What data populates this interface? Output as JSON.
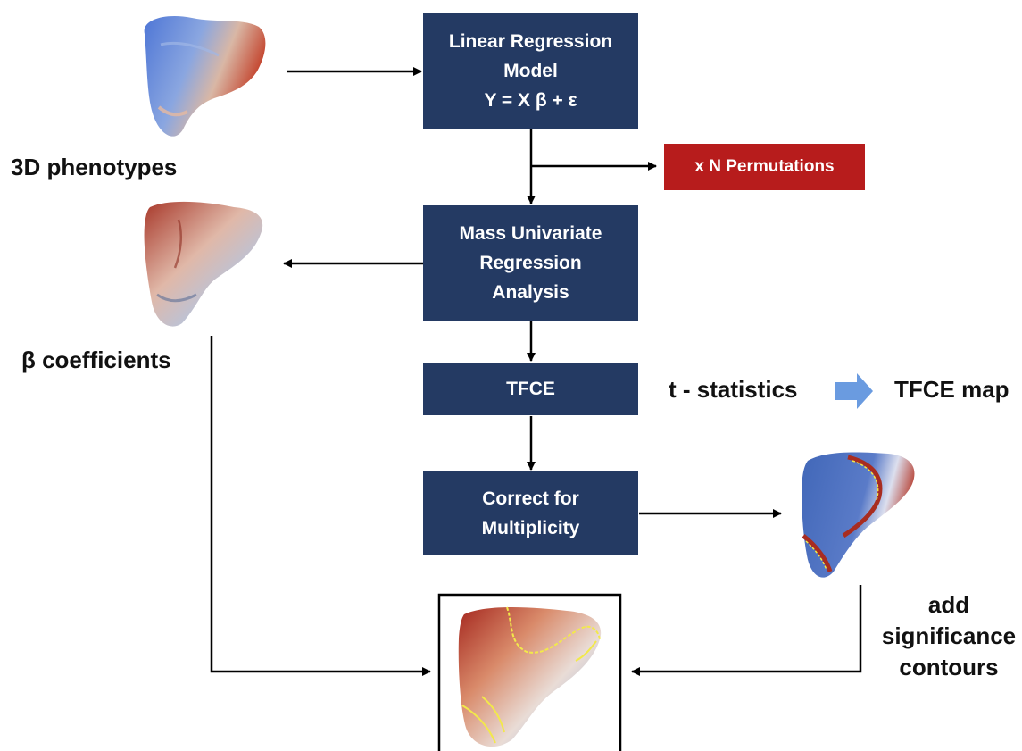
{
  "boxes": {
    "regression_model": [
      "Linear Regression",
      "Model",
      "Y = X β + ε"
    ],
    "mass_univariate": [
      "Mass Univariate",
      "Regression",
      "Analysis"
    ],
    "tfce": [
      "TFCE"
    ],
    "correct": [
      "Correct for",
      "Multiplicity"
    ]
  },
  "permutations": "x N Permutations",
  "labels": {
    "phenotypes": "3D phenotypes",
    "coefficients": "β coefficients",
    "t_statistics": "t - statistics",
    "tfce_map": "TFCE map",
    "add_contours": [
      "add",
      "significance",
      "contours"
    ]
  },
  "colors": {
    "box": "#243a63",
    "permutations": "#b71c1c",
    "blue_arrow": "#6a9be0",
    "map_blue": "#4a6fc2",
    "map_red": "#b5392a",
    "contour": "#f2e94a"
  }
}
